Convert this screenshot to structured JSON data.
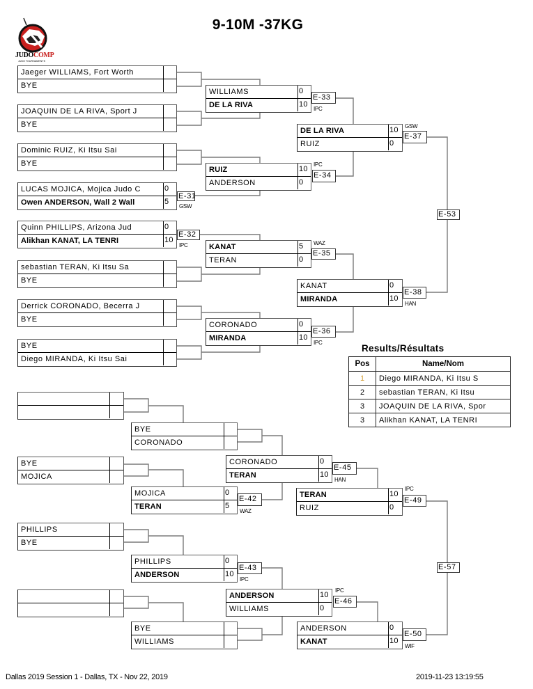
{
  "header": {
    "title": "9-10M -37KG",
    "logo": {
      "word1": "JUDO",
      "word2": "COMP",
      "tagline": "JUDO TOURNAMENTS",
      "brand_red": "#c8201e"
    }
  },
  "main": {
    "r1": [
      {
        "top": {
          "name": "Jaeger WILLIAMS, Fort Worth",
          "score": ""
        },
        "bottom": {
          "name": "BYE",
          "score": ""
        }
      },
      {
        "top": {
          "name": "JOAQUIN DE LA RIVA, Sport J",
          "score": ""
        },
        "bottom": {
          "name": "BYE",
          "score": ""
        }
      },
      {
        "top": {
          "name": "Dominic RUIZ, Ki Itsu Sai",
          "score": ""
        },
        "bottom": {
          "name": "BYE",
          "score": ""
        }
      },
      {
        "top": {
          "name": "LUCAS MOJICA, Mojica Judo C",
          "score": "0"
        },
        "bottom": {
          "name": "Owen ANDERSON, Wall 2 Wall",
          "score": "5",
          "win": true
        },
        "match": "E-31",
        "technique": "GSW"
      },
      {
        "top": {
          "name": "Quinn PHILLIPS, Arizona Jud",
          "score": "0"
        },
        "bottom": {
          "name": "Alikhan KANAT, LA TENRI",
          "score": "10",
          "win": true
        },
        "match": "E-32",
        "technique": "IPC"
      },
      {
        "top": {
          "name": "sebastian TERAN, Ki Itsu Sa",
          "score": ""
        },
        "bottom": {
          "name": "BYE",
          "score": ""
        }
      },
      {
        "top": {
          "name": "Derrick CORONADO, Becerra J",
          "score": ""
        },
        "bottom": {
          "name": "BYE",
          "score": ""
        }
      },
      {
        "top": {
          "name": "BYE",
          "score": ""
        },
        "bottom": {
          "name": "Diego MIRANDA, Ki Itsu Sai",
          "score": ""
        }
      }
    ],
    "r2": [
      {
        "top": {
          "name": "WILLIAMS",
          "score": "0"
        },
        "bottom": {
          "name": "DE LA RIVA",
          "score": "10",
          "win": true
        },
        "match": "E-33",
        "technique": "IPC"
      },
      {
        "top": {
          "name": "RUIZ",
          "score": "10",
          "win": true
        },
        "bottom": {
          "name": "ANDERSON",
          "score": "0"
        },
        "match": "E-34",
        "technique": "IPC"
      },
      {
        "top": {
          "name": "KANAT",
          "score": "5",
          "win": true
        },
        "bottom": {
          "name": "TERAN",
          "score": "0"
        },
        "match": "E-35",
        "technique": "WAZ"
      },
      {
        "top": {
          "name": "CORONADO",
          "score": "0"
        },
        "bottom": {
          "name": "MIRANDA",
          "score": "10",
          "win": true
        },
        "match": "E-36",
        "technique": "IPC"
      }
    ],
    "r3": [
      {
        "top": {
          "name": "DE LA RIVA",
          "score": "10",
          "win": true
        },
        "bottom": {
          "name": "RUIZ",
          "score": "0"
        },
        "match": "E-37",
        "technique": "GSW"
      },
      {
        "top": {
          "name": "KANAT",
          "score": "0"
        },
        "bottom": {
          "name": "MIRANDA",
          "score": "10",
          "win": true
        },
        "match": "E-38",
        "technique": "HAN"
      }
    ],
    "final": {
      "match": "E-53"
    }
  },
  "repechage": {
    "c1": [
      {
        "top": {
          "name": "",
          "score": ""
        },
        "bottom": {
          "name": "",
          "score": ""
        }
      },
      {
        "top": {
          "name": "BYE",
          "score": ""
        },
        "bottom": {
          "name": "MOJICA",
          "score": ""
        }
      },
      {
        "top": {
          "name": "PHILLIPS",
          "score": ""
        },
        "bottom": {
          "name": "BYE",
          "score": ""
        }
      },
      {
        "top": {
          "name": "",
          "score": ""
        },
        "bottom": {
          "name": "",
          "score": ""
        }
      }
    ],
    "c2": [
      {
        "top": {
          "name": "BYE",
          "score": ""
        },
        "bottom": {
          "name": "CORONADO",
          "score": ""
        }
      },
      {
        "top": {
          "name": "MOJICA",
          "score": "0"
        },
        "bottom": {
          "name": "TERAN",
          "score": "5",
          "win": true
        },
        "match": "E-42",
        "technique": "WAZ"
      },
      {
        "top": {
          "name": "PHILLIPS",
          "score": "0"
        },
        "bottom": {
          "name": "ANDERSON",
          "score": "10",
          "win": true
        },
        "match": "E-43",
        "technique": "IPC"
      },
      {
        "top": {
          "name": "BYE",
          "score": ""
        },
        "bottom": {
          "name": "WILLIAMS",
          "score": ""
        }
      }
    ],
    "c3": [
      {
        "top": {
          "name": "CORONADO",
          "score": "0"
        },
        "bottom": {
          "name": "TERAN",
          "score": "10",
          "win": true
        },
        "match": "E-45",
        "technique": "HAN"
      },
      {
        "top": {
          "name": "ANDERSON",
          "score": "10",
          "win": true
        },
        "bottom": {
          "name": "WILLIAMS",
          "score": "0"
        },
        "match": "E-46",
        "technique": "IPC"
      }
    ],
    "c4": [
      {
        "top": {
          "name": "TERAN",
          "score": "10",
          "win": true
        },
        "bottom": {
          "name": "RUIZ",
          "score": "0"
        },
        "match": "E-49",
        "technique": "IPC"
      },
      {
        "top": {
          "name": "ANDERSON",
          "score": "0"
        },
        "bottom": {
          "name": "KANAT",
          "score": "10",
          "win": true
        },
        "match": "E-50",
        "technique": "WIF"
      }
    ],
    "final": {
      "match": "E-57"
    }
  },
  "results": {
    "title": "Results/Résultats",
    "headers": {
      "pos": "Pos",
      "name": "Name/Nom"
    },
    "rows": [
      {
        "pos": "1",
        "name": "Diego MIRANDA, Ki Itsu S",
        "pos_color": "#d6a23c"
      },
      {
        "pos": "2",
        "name": "sebastian TERAN, Ki Itsu",
        "pos_color": "#000000"
      },
      {
        "pos": "3",
        "name": "JOAQUIN DE LA RIVA, Spor",
        "pos_color": "#000000"
      },
      {
        "pos": "3",
        "name": "Alikhan KANAT, LA TENRI",
        "pos_color": "#000000"
      }
    ]
  },
  "footer": {
    "event": "Dallas 2019 Session 1 - Dallas, TX - Nov 22, 2019",
    "timestamp": "2019-11-23 13:19:55"
  }
}
